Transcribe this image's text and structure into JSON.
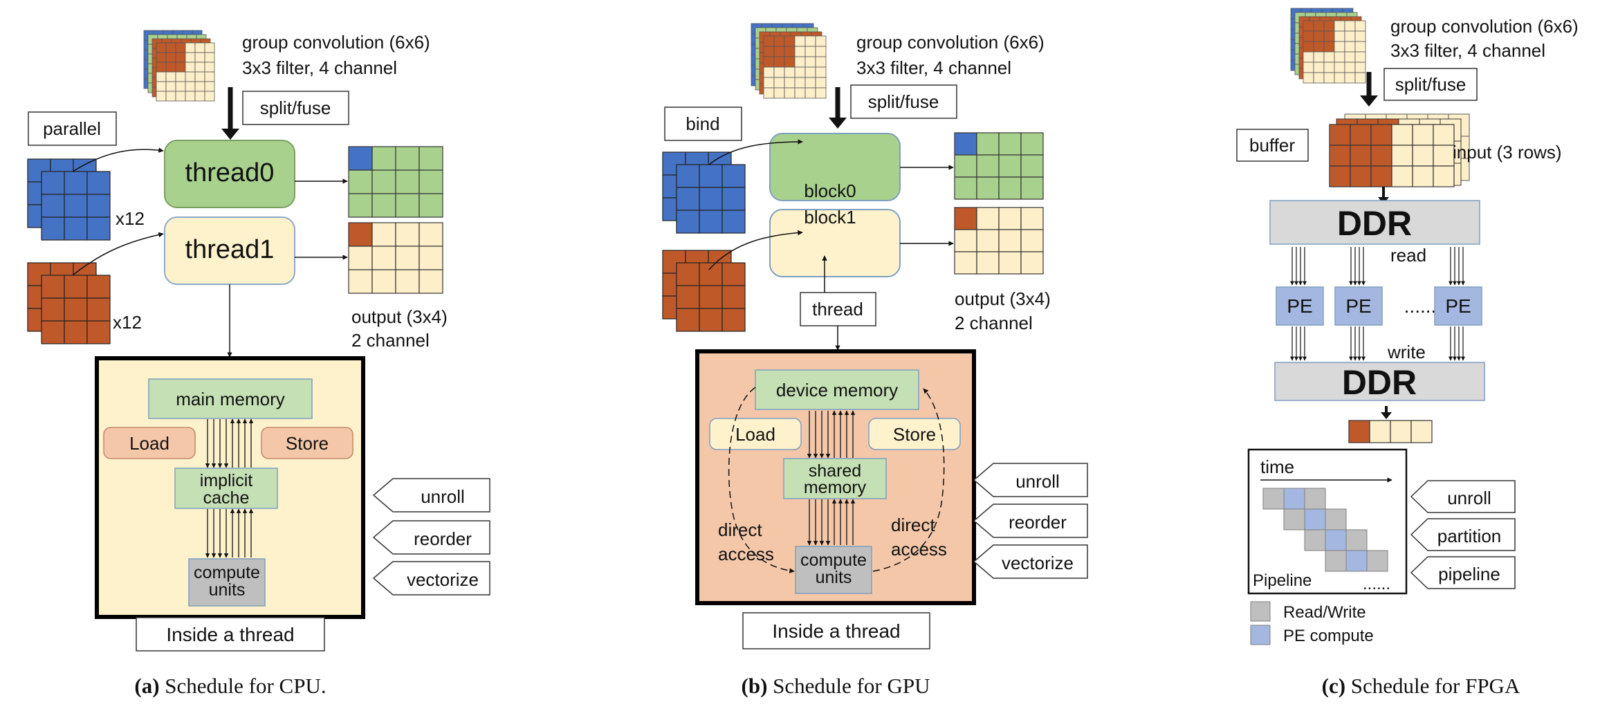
{
  "colors": {
    "blue": "#4472c4",
    "orange": "#c0592a",
    "green": "#a9d18e",
    "cream": "#fdefc9",
    "light_green": "#c5e0b4",
    "peach": "#f4c7a9",
    "pale_yellow": "#fdf2cc",
    "gray": "#bfbfbf",
    "pe_blue": "#a3b7e0",
    "ddr_gray": "#d9d9d9"
  },
  "cpu": {
    "input_title": "group convolution (6x6)",
    "input_subtitle": "3x3 filter, 4 channel",
    "split_fuse": "split/fuse",
    "parallel": "parallel",
    "thread0": "thread0",
    "thread1": "thread1",
    "x12_a": "x12",
    "x12_b": "x12",
    "output_title": "output (3x4)",
    "output_subtitle": "2 channel",
    "main_memory": "main memory",
    "load": "Load",
    "store": "Store",
    "cache_line1": "implicit",
    "cache_line2": "cache",
    "compute_line1": "compute",
    "compute_line2": "units",
    "inside": "Inside a thread",
    "opt1": "unroll",
    "opt2": "reorder",
    "opt3": "vectorize",
    "caption_label": "(a)",
    "caption_text": " Schedule for CPU."
  },
  "gpu": {
    "input_title": "group convolution (6x6)",
    "input_subtitle": "3x3 filter, 4 channel",
    "split_fuse": "split/fuse",
    "bind": "bind",
    "block0": "block0",
    "block1": "block1",
    "thread": "thread",
    "output_title": "output (3x4)",
    "output_subtitle": "2 channel",
    "device_memory": "device memory",
    "load": "Load",
    "store": "Store",
    "shared_line1": "shared",
    "shared_line2": "memory",
    "compute_line1": "compute",
    "compute_line2": "units",
    "direct_left_1": "direct",
    "direct_left_2": "access",
    "direct_right_1": "direct",
    "direct_right_2": "access",
    "inside": "Inside a thread",
    "opt1": "unroll",
    "opt2": "reorder",
    "opt3": "vectorize",
    "caption_label": "(b)",
    "caption_text": " Schedule for GPU"
  },
  "fpga": {
    "input_title": "group convolution (6x6)",
    "input_subtitle": "3x3 filter, 4 channel",
    "split_fuse": "split/fuse",
    "buffer": "buffer",
    "input_rows": "input (3 rows)",
    "ddr_top": "DDR",
    "read": "read",
    "pe1": "PE",
    "pe2": "PE",
    "pe_dots": "......",
    "pe3": "PE",
    "write": "write",
    "ddr_bottom": "DDR",
    "time": "time",
    "pipeline_label": "Pipeline",
    "pipeline_dots": "......",
    "legend_rw": "Read/Write",
    "legend_pe": "PE compute",
    "opt1": "unroll",
    "opt2": "partition",
    "opt3": "pipeline",
    "caption_label": "(c)",
    "caption_text": " Schedule for FPGA"
  }
}
